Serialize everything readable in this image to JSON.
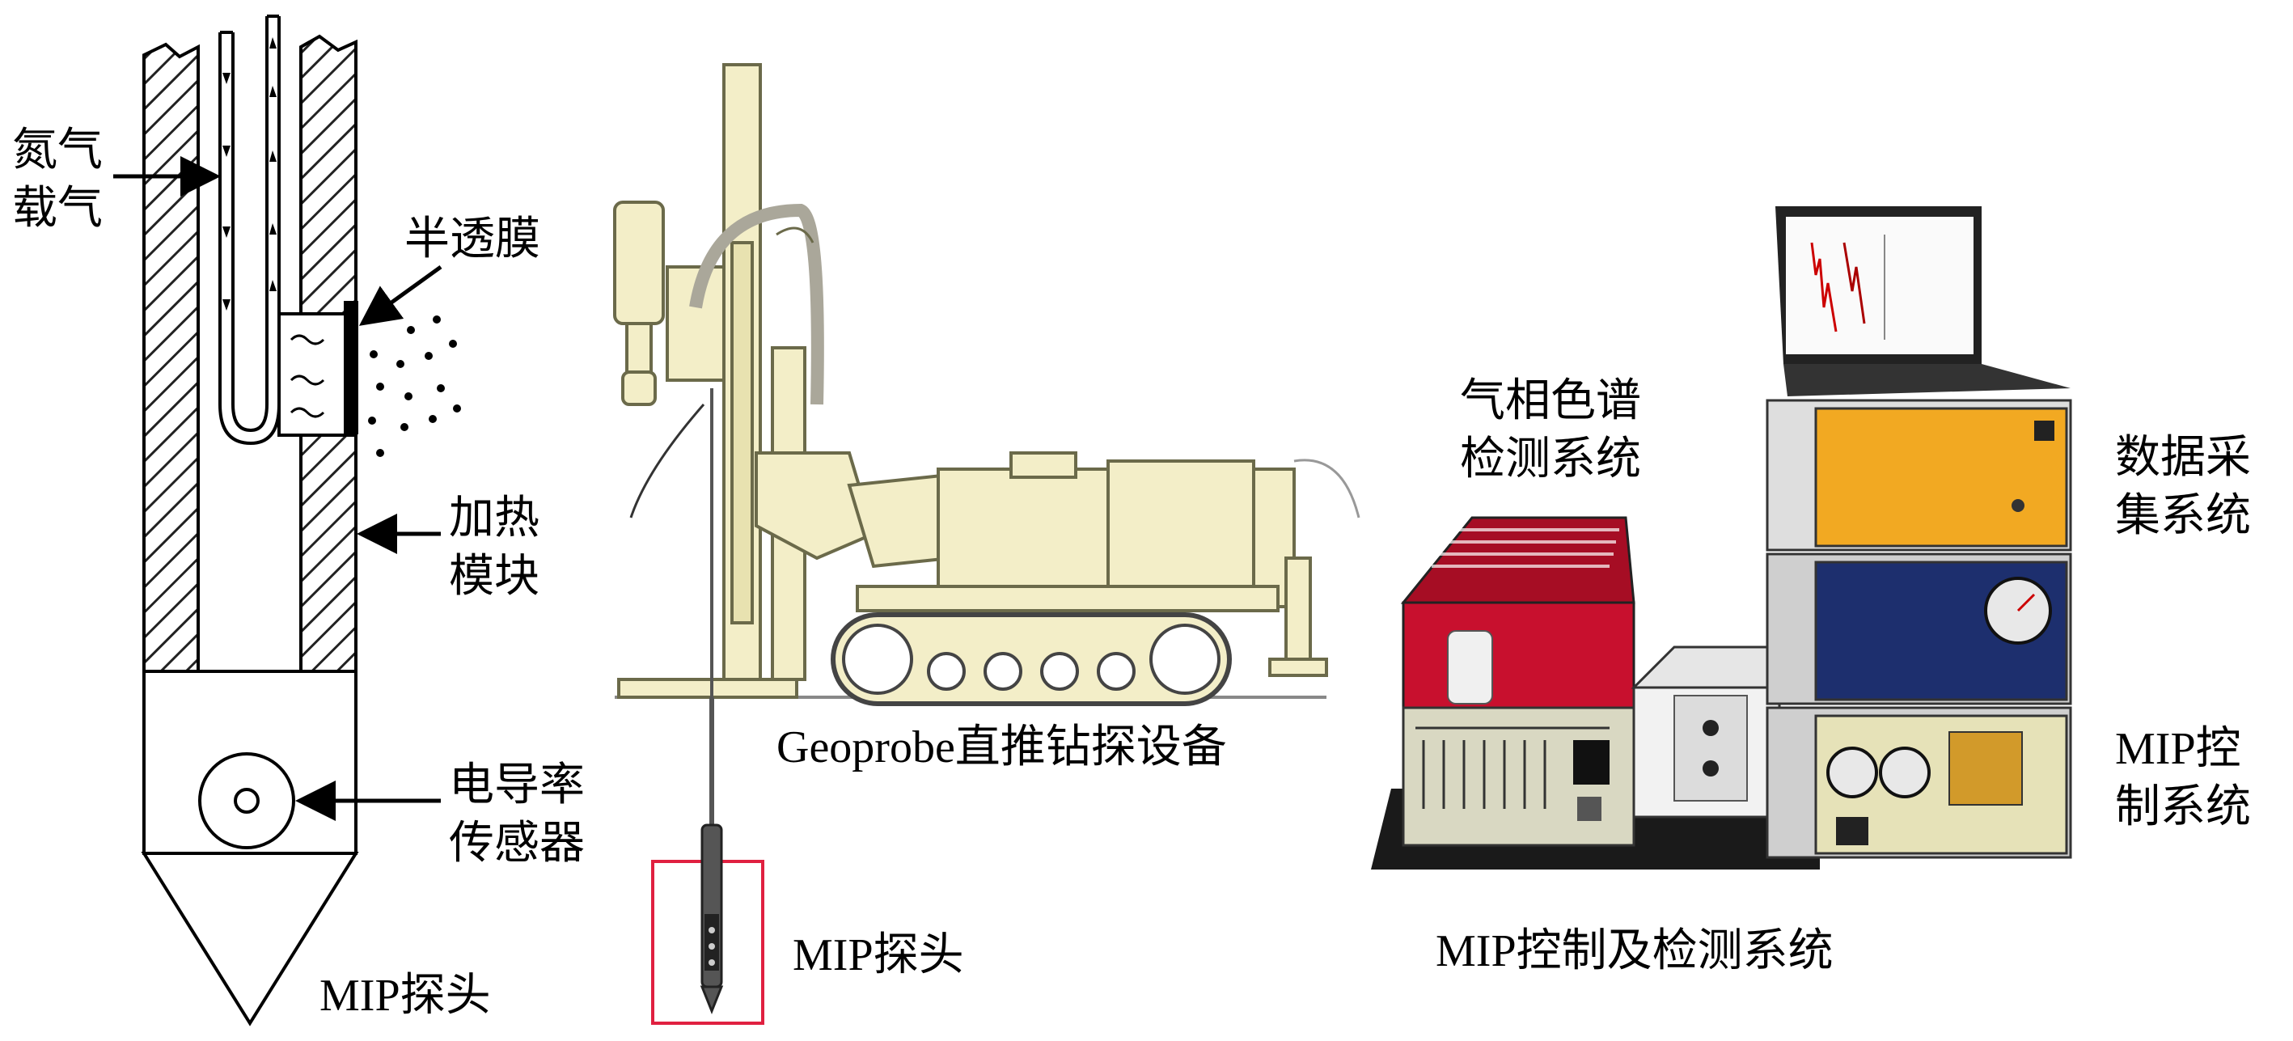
{
  "labels": {
    "nitrogen_line1": "氮气",
    "nitrogen_line2": "载气",
    "membrane": "半透膜",
    "heating_line1": "加热",
    "heating_line2": "模块",
    "conductivity_line1": "电导率",
    "conductivity_line2": "传感器",
    "probe_left": "MIP探头",
    "geoprobe": "Geoprobe直推钻探设备",
    "probe_mid": "MIP探头",
    "gc_line1": "气相色谱",
    "gc_line2": "检测系统",
    "daq_line1": "数据采",
    "daq_line2": "集系统",
    "mipctl_line1": "MIP控",
    "mipctl_line2": "制系统",
    "system_caption": "MIP控制及检测系统"
  },
  "colors": {
    "rig": "#f3eec8",
    "rig_stroke": "#6b6a4a",
    "gc_red": "#c8102e",
    "daq_orange": "#f2a922",
    "ctl_blue": "#1d2f6e",
    "ctl_panel": "#e6e2b8",
    "highlight_box": "#e02040"
  }
}
